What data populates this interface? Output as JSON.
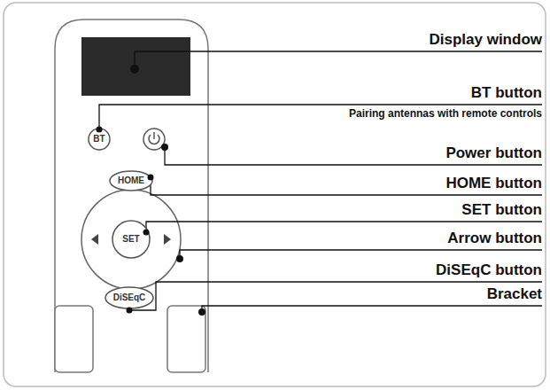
{
  "diagram": {
    "nodes": [
      {
        "text": [
          "BT"
        ]
      },
      {
        "text": [
          "HOME"
        ]
      },
      {
        "text": [
          "SET"
        ]
      },
      {
        "text": [
          "DiSEqC"
        ]
      }
    ],
    "labels": [
      "Display window",
      "BT button",
      "Pairing antennas with remote controls",
      "Power button",
      "HOME button",
      "SET button",
      "Arrow button",
      "DiSEqC button",
      "Bracket"
    ]
  }
}
